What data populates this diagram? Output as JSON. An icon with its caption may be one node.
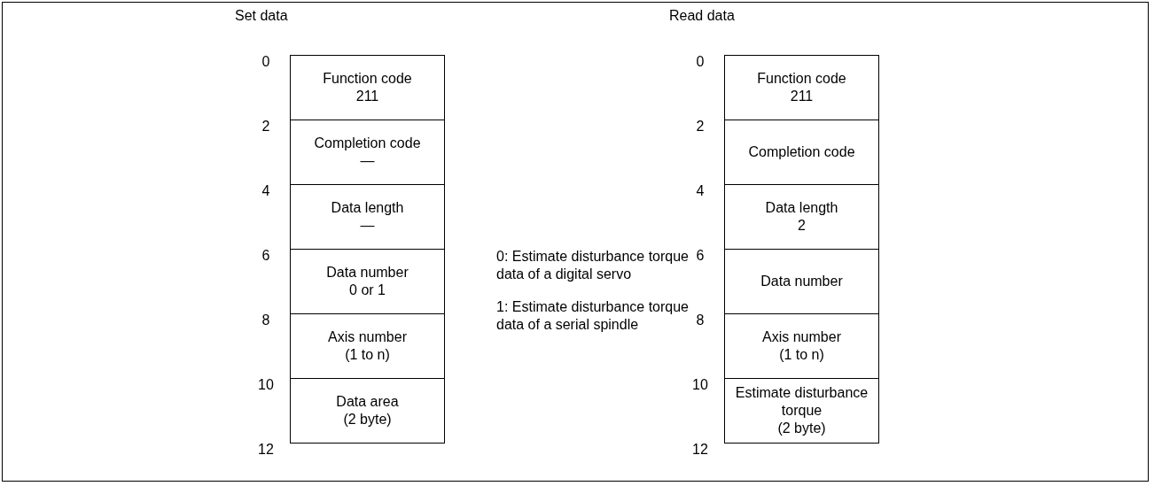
{
  "diagram": {
    "nodes": [
      {
        "text": [
          "Function code",
          "211"
        ]
      },
      {
        "text": [
          "Completion code",
          "—"
        ]
      },
      {
        "text": [
          "Data length",
          "—"
        ]
      },
      {
        "text": [
          "Data number",
          "0 or 1"
        ]
      },
      {
        "text": [
          "Axis number",
          "(1 to n)"
        ]
      },
      {
        "text": [
          "Data area",
          "(2 byte)"
        ]
      },
      {
        "text": [
          "Function code",
          "211"
        ]
      },
      {
        "text": [
          "Completion code"
        ]
      },
      {
        "text": [
          "Data length",
          "2"
        ]
      },
      {
        "text": [
          "Data number"
        ]
      },
      {
        "text": [
          "Axis number",
          "(1 to n)"
        ]
      },
      {
        "text": [
          "Estimate disturbance torque",
          "(2 byte)"
        ]
      }
    ],
    "labels": [
      "Set data",
      "0",
      "2",
      "4",
      "6",
      "8",
      "10",
      "12",
      "Read data",
      "0",
      "2",
      "4",
      "6",
      "8",
      "10",
      "12",
      "0: Estimate disturbance torque data of a digital servo",
      "1: Estimate disturbance torque data of a serial spindle"
    ]
  }
}
